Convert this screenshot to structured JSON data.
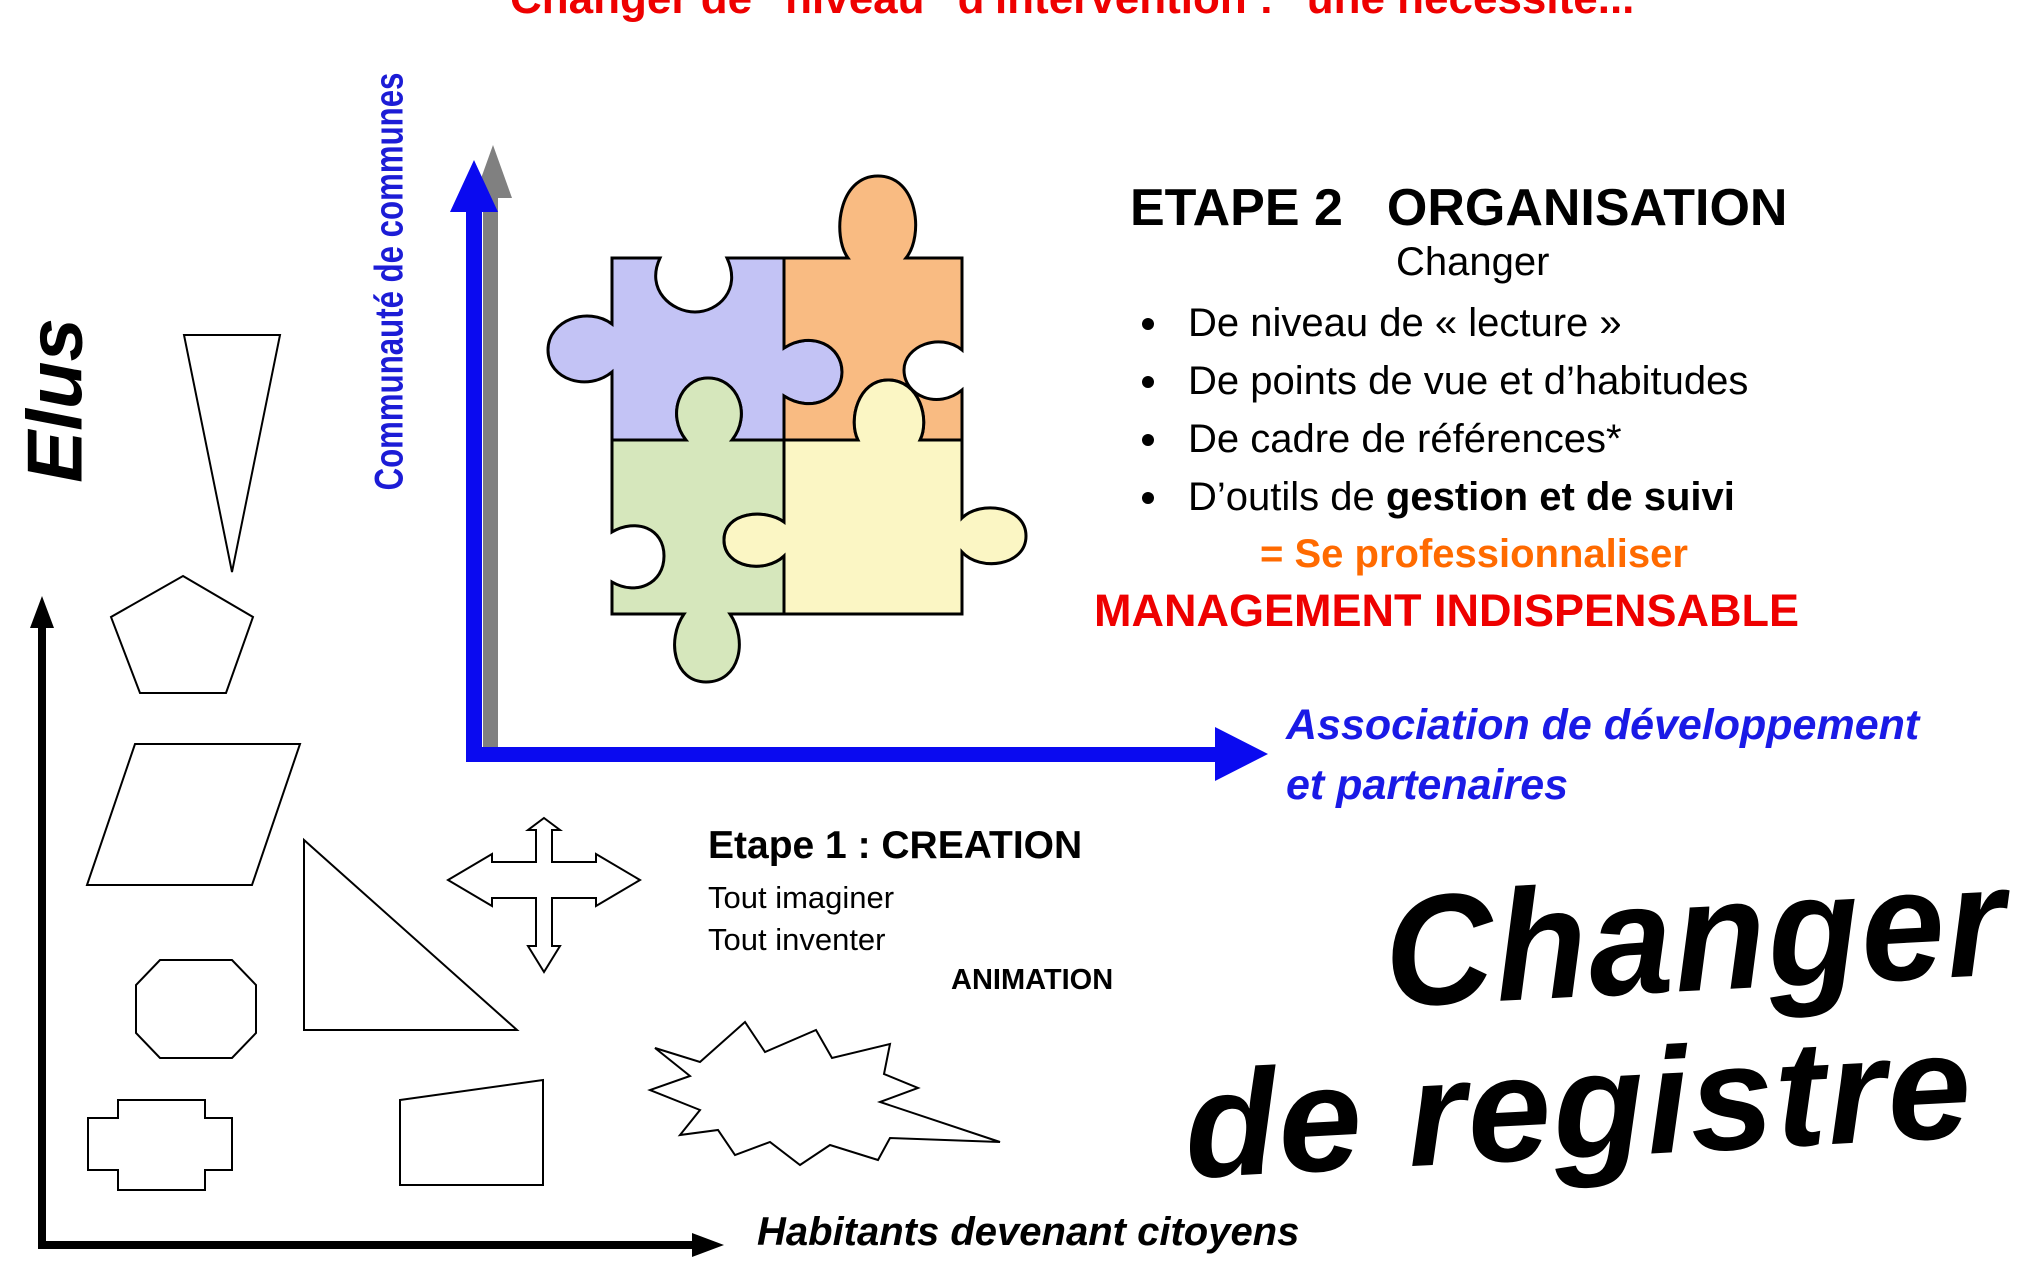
{
  "title": "Changer de \"niveau\" d'intervention : \"une nécessité...",
  "left_axis_label": "Elus",
  "vertical_axis_label": "Communauté de communes",
  "etape2": {
    "title_part1": "ETAPE 2",
    "title_part2": "ORGANISATION",
    "subtitle": "Changer",
    "bullets": [
      "De niveau de « lecture »",
      "De points de vue et d’habitudes",
      "De cadre de références*",
      "D’outils de"
    ],
    "bullet4_bold": "gestion et de suivi",
    "professionnaliser": "= Se professionnaliser",
    "management": "MANAGEMENT INDISPENSABLE"
  },
  "horizontal_axis_label_line1": "Association de développement",
  "horizontal_axis_label_line2": "et partenaires",
  "etape1": {
    "title": "Etape 1 : CREATION",
    "line1": "Tout imaginer",
    "line2": "Tout inventer",
    "animation": "ANIMATION"
  },
  "bottom_axis_label": "Habitants devenant citoyens",
  "slogan_line1": "Changer",
  "slogan_line2": "de registre",
  "colors": {
    "title_red": "#ee0000",
    "axis_blue": "#1a1ae6",
    "orange": "#ff6a00",
    "puzzle_purple": "#c3c3f5",
    "puzzle_orange": "#f9bb82",
    "puzzle_green": "#d6e7bc",
    "puzzle_yellow": "#fbf6c4"
  }
}
